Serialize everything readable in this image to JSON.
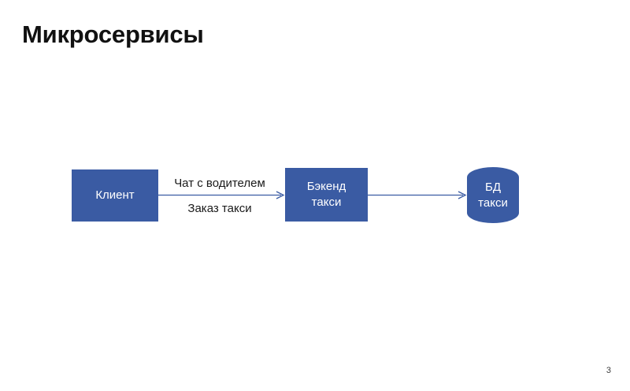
{
  "slide": {
    "title": "Микросервисы",
    "page_number": "3",
    "background_color": "#ffffff",
    "accent_color": "#3A5BA3",
    "title_color": "#111111"
  },
  "diagram": {
    "nodes": [
      {
        "id": "client",
        "shape": "rectangle",
        "lines": [
          "Клиент"
        ],
        "fill": "#3A5BA3",
        "text_color": "#ffffff"
      },
      {
        "id": "backend",
        "shape": "rectangle",
        "lines": [
          "Бэкенд",
          "такси"
        ],
        "fill": "#3A5BA3",
        "text_color": "#ffffff"
      },
      {
        "id": "database",
        "shape": "cylinder",
        "lines": [
          "БД",
          "такси"
        ],
        "fill": "#3A5BA3",
        "text_color": "#ffffff"
      }
    ],
    "edges": [
      {
        "id": "client-to-backend",
        "from": "client",
        "to": "backend",
        "label_above": "Чат с водителем",
        "label_below": "Заказ такси",
        "color": "#3A5BA3"
      },
      {
        "id": "backend-to-database",
        "from": "backend",
        "to": "database",
        "label_above": "",
        "label_below": "",
        "color": "#3A5BA3"
      }
    ]
  }
}
